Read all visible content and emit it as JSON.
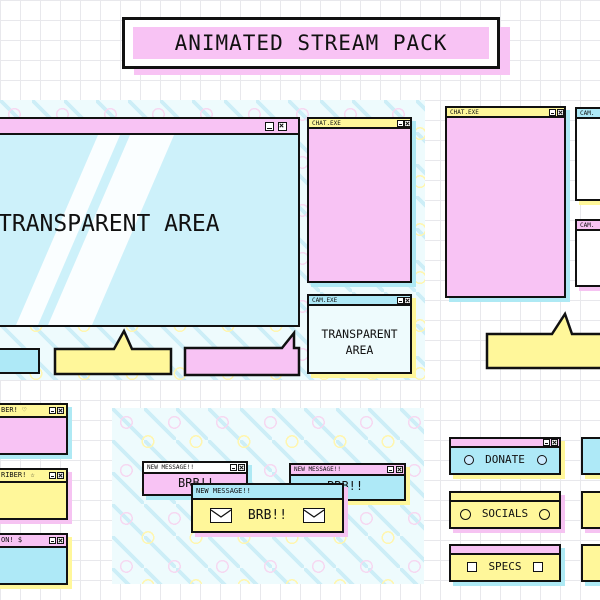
{
  "title": "ANIMATED STREAM PACK",
  "main_window": {
    "label": "TRANSPARENT AREA"
  },
  "cam_small": {
    "title": "CAM.EXE",
    "label": "TRANSPARENT\nAREA"
  },
  "chat_left": {
    "title": "CHAT.EXE"
  },
  "chat_right": {
    "title": "CHAT.EXE"
  },
  "cam_right_top": {
    "title": "CAM."
  },
  "cam_right_mid": {
    "title": "CAM."
  },
  "alerts": [
    {
      "text": "BER!"
    },
    {
      "text": "RIBER!"
    },
    {
      "text": "ON!"
    }
  ],
  "brb_windows": [
    {
      "title": "NEW MESSAGE!!",
      "text": "BRB!!"
    },
    {
      "title": "NEW MESSAGE!!",
      "text": "BRB!!"
    },
    {
      "title": "NEW MESSAGE!!",
      "text": "BRB!!"
    }
  ],
  "panels": [
    {
      "label": "DONATE"
    },
    {
      "label": "SOCIALS"
    },
    {
      "label": "SPECS"
    }
  ],
  "colors": {
    "pink": "#f8c3f4",
    "blue": "#aee9f7",
    "yellow": "#fff79a",
    "ink": "#111111"
  }
}
